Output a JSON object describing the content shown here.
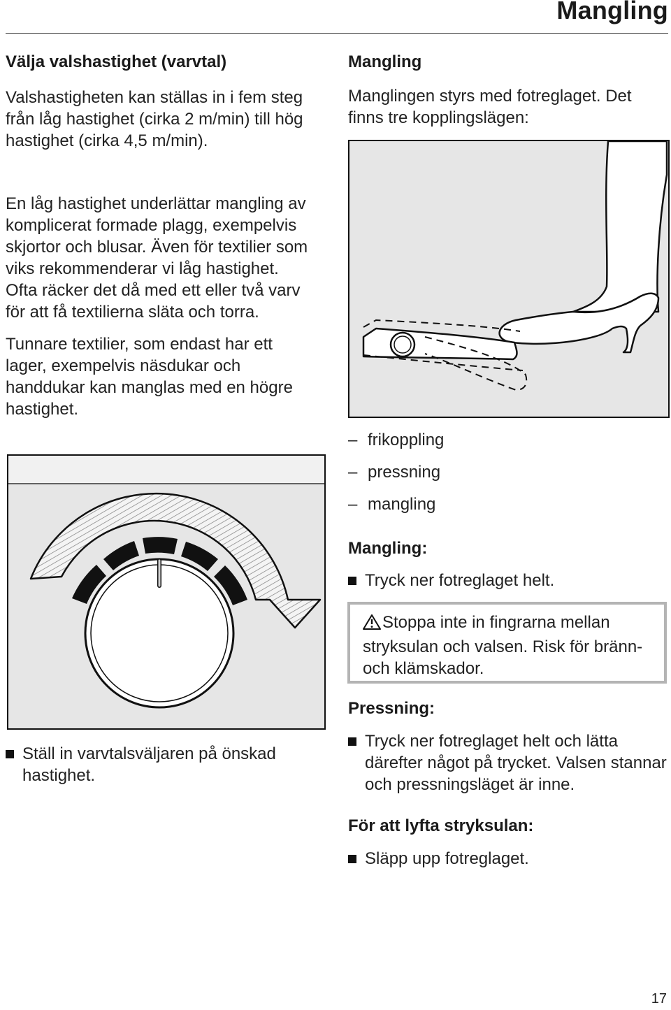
{
  "header": {
    "title": "Mangling"
  },
  "left": {
    "heading": "Välja valshastighet (varvtal)",
    "para1": "Valshastigheten kan ställas in i fem steg från låg hastighet (cirka 2 m/min) till hög hastighet (cirka 4,5 m/min).",
    "para2": "En låg hastighet underlättar mangling av komplicerat formade plagg, exempelvis skjortor och blusar. Även för textilier som viks rekommenderar vi låg hastighet. Ofta räcker det då med ett eller två varv för att få textilierna släta och torra.",
    "para3": "Tunnare textilier, som endast har ett lager, exempelvis näsdukar och handdukar kan manglas med en högre hastighet.",
    "figure_icon": "speed-selector-knob-illustration",
    "bullet": "Ställ in varvtalsväljaren på önskad hastighet."
  },
  "right": {
    "heading": "Mangling",
    "intro": "Manglingen styrs med fotreglaget. Det finns tre kopplingslägen:",
    "figure_icon": "foot-pedal-illustration",
    "modes": [
      "frikoppling",
      "pressning",
      "mangling"
    ],
    "mangling_heading": "Mangling:",
    "mangling_bullet": "Tryck ner fotreglaget helt.",
    "warning_icon": "warning-triangle-icon",
    "warning_text": "Stoppa inte in fingrarna mellan stryksulan och valsen. Risk för bränn- och klämskador.",
    "pressing_heading": "Pressning:",
    "pressing_bullet": "Tryck ner fotreglaget helt och lätta därefter något på trycket. Valsen stannar och pressningsläget är inne.",
    "lift_heading": "För att lyfta stryksulan:",
    "lift_bullet": "Släpp upp fotreglaget."
  },
  "colors": {
    "text": "#1a1a1a",
    "figure_bg": "#e6e6e6",
    "warning_border": "#b4b4b4"
  },
  "page_number": "17"
}
